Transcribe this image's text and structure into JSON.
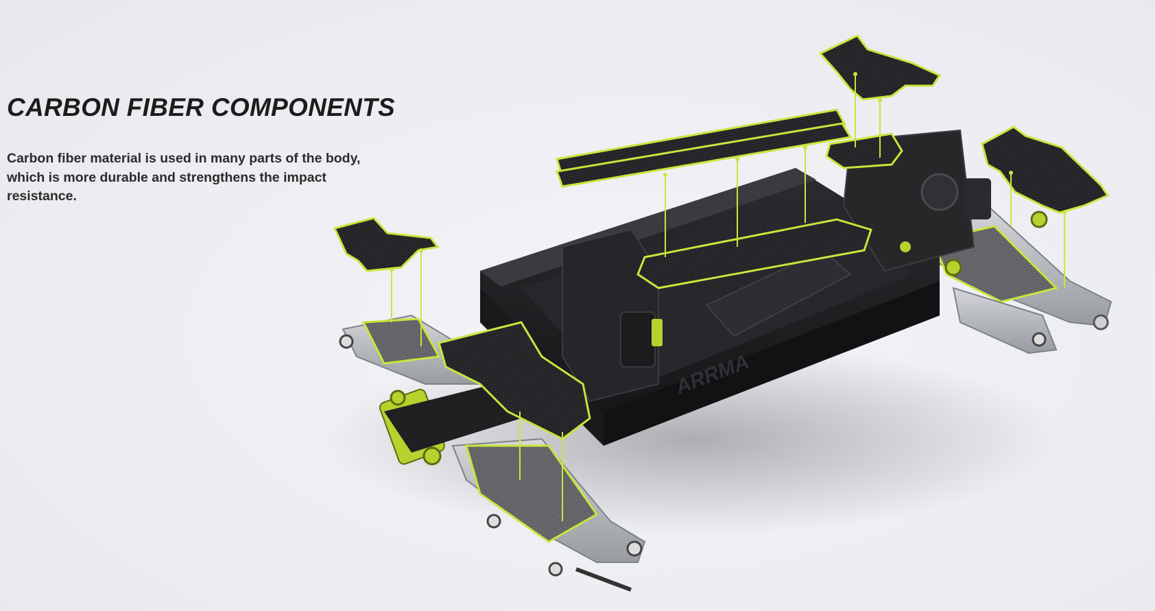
{
  "section": {
    "title": "CARBON FIBER COMPONENTS",
    "description": "Carbon fiber material is used in many parts of the body, which is more durable and strengthens the impact resistance."
  },
  "illustration": {
    "subject": "exploded-chassis-carbon-parts",
    "brand_mark": "ARRMA",
    "colors": {
      "accent": "#c8e63c",
      "carbon": "#222325",
      "tub": "#1e1f21",
      "aluminum": "#b9bcc0",
      "anodized": "#b7d12e"
    }
  }
}
